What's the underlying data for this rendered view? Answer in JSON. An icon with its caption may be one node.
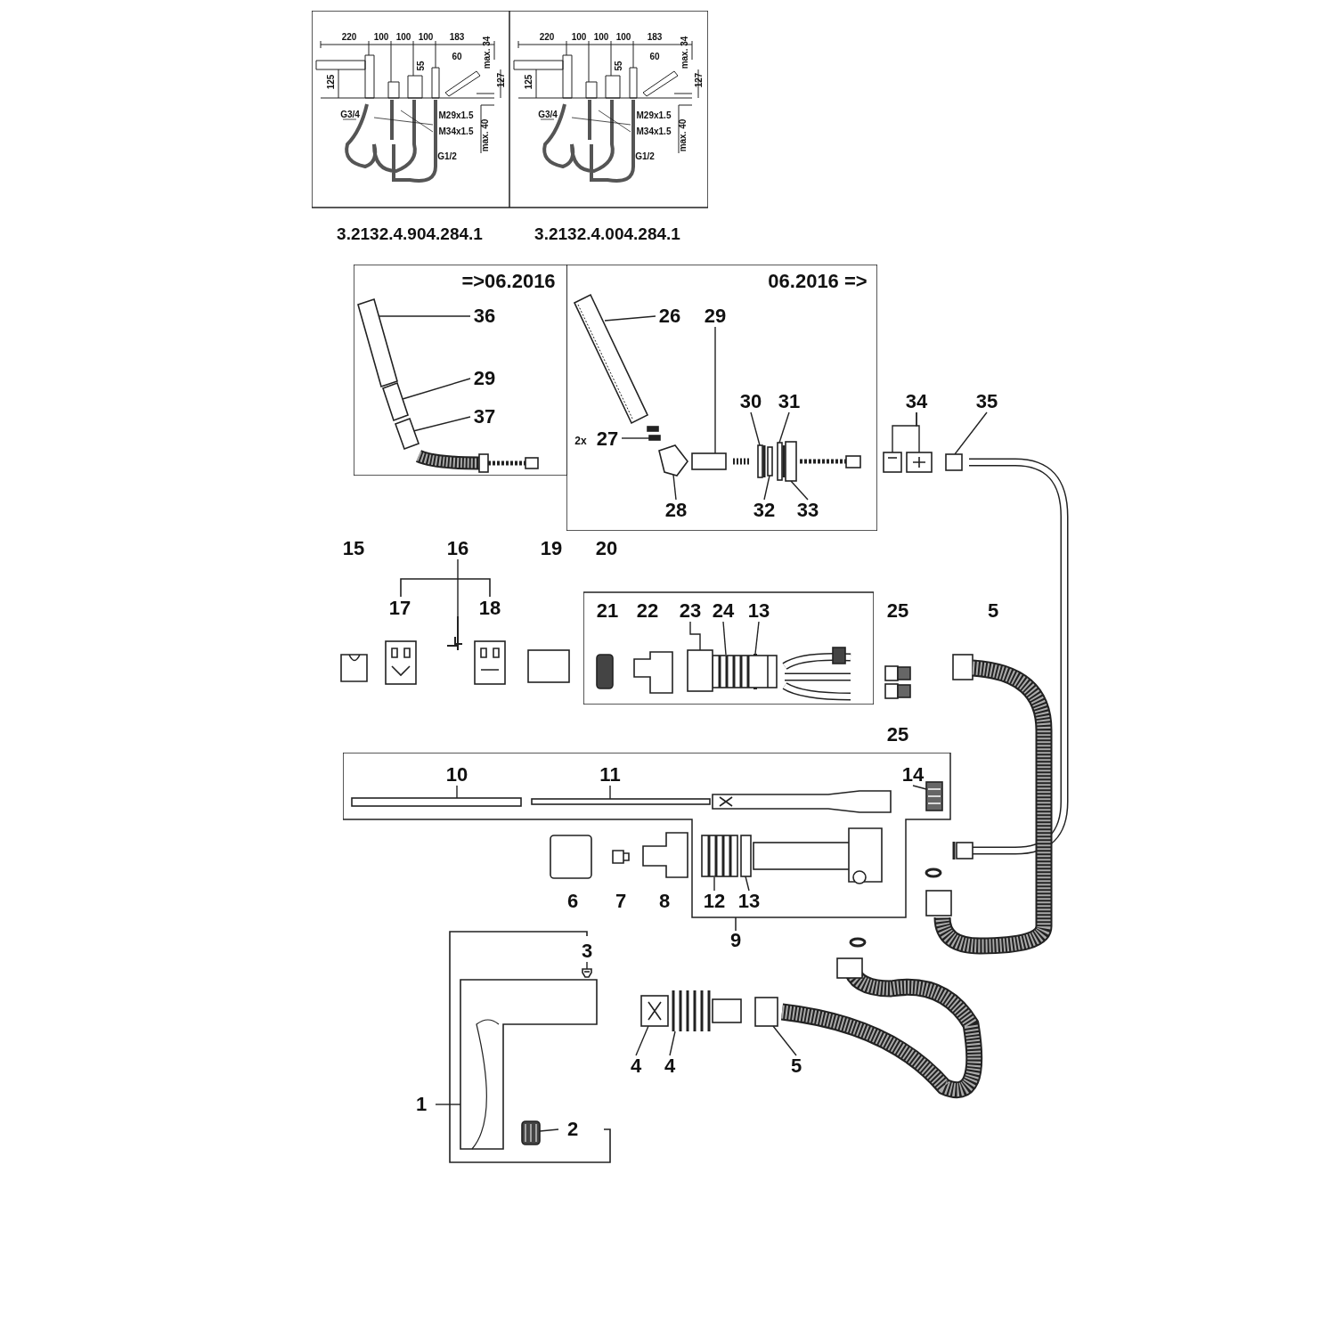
{
  "diagram": {
    "nodes": [
      {
        "text": [
          "220",
          "100",
          "100",
          "100",
          "183",
          "55",
          "60",
          "max. 34",
          "127",
          "125",
          "G3/4",
          "M29x1.5",
          "M34x1.5",
          "G1/2",
          "max. 40",
          "3.2132.4.904.284.1"
        ]
      },
      {
        "text": [
          "220",
          "100",
          "100",
          "100",
          "183",
          "55",
          "60",
          "max. 34",
          "127",
          "125",
          "G3/4",
          "M29x1.5",
          "M34x1.5",
          "G1/2",
          "max. 40",
          "3.2132.4.004.284.1"
        ]
      },
      {
        "text": [
          "=>06.2016"
        ]
      },
      {
        "text": [
          "36"
        ],
        "in": 2
      },
      {
        "text": [
          "29"
        ],
        "in": 2
      },
      {
        "text": [
          "37"
        ],
        "in": 2
      },
      {
        "text": [
          "06.2016 =>"
        ]
      },
      {
        "text": [
          "26"
        ],
        "in": 6
      },
      {
        "text": [
          "29"
        ],
        "in": 6
      },
      {
        "text": [
          "27"
        ],
        "in": 6,
        "beside": [
          "2x"
        ]
      },
      {
        "text": [
          "30"
        ],
        "in": 6
      },
      {
        "text": [
          "31"
        ],
        "in": 6
      },
      {
        "text": [
          "28"
        ],
        "in": 6
      },
      {
        "text": [
          "32"
        ],
        "in": 6
      },
      {
        "text": [
          "33"
        ],
        "in": 6
      },
      {
        "text": [
          "34"
        ]
      },
      {
        "text": [
          "35"
        ]
      },
      {
        "text": [
          "16"
        ]
      },
      {
        "text": [
          "20"
        ]
      },
      {
        "text": [
          "23"
        ],
        "in": 18
      },
      {
        "text": [
          "24"
        ],
        "in": 18
      },
      {
        "text": [
          "13"
        ],
        "in": 18
      },
      {
        "text": [
          "9"
        ]
      },
      {
        "text": [
          "10"
        ],
        "in": 22
      },
      {
        "text": [
          "11"
        ],
        "in": 22
      },
      {
        "text": [
          "14"
        ],
        "in": 22
      },
      {
        "text": [
          "12"
        ],
        "in": 22
      },
      {
        "text": [
          "13"
        ],
        "in": 22
      },
      {
        "text": [
          "3"
        ]
      },
      {
        "text": [
          "1"
        ]
      },
      {
        "text": [
          "2"
        ]
      },
      {
        "text": [
          "4"
        ]
      },
      {
        "text": [
          "4"
        ]
      },
      {
        "text": [
          "5"
        ]
      },
      {
        "text": [],
        "shape": "picture",
        "in": 2
      },
      {
        "text": [],
        "shape": "picture",
        "in": 2
      },
      {
        "text": [],
        "shape": "picture",
        "in": 2
      },
      {
        "text": [],
        "shape": "picture",
        "in": 6
      },
      {
        "text": [],
        "shape": "box",
        "in": 6
      },
      {
        "text": [],
        "shape": "picture",
        "in": 6
      },
      {
        "text": [],
        "shape": "picture",
        "in": 6
      },
      {
        "text": [],
        "shape": "box",
        "in": 6
      },
      {
        "text": [],
        "shape": "box",
        "in": 6
      },
      {
        "text": [],
        "shape": "box",
        "in": 6
      },
      {
        "text": [],
        "shape": "box",
        "in": 6
      },
      {
        "text": [],
        "shape": "box"
      },
      {
        "text": [],
        "shape": "box"
      },
      {
        "text": [],
        "shape": "picture"
      },
      {
        "text": [],
        "shape": "box",
        "in": 18
      },
      {
        "text": [],
        "shape": "box",
        "in": 18
      },
      {
        "text": [],
        "shape": "picture",
        "in": 18
      },
      {
        "text": [],
        "shape": "box",
        "in": 22
      },
      {
        "text": [],
        "shape": "box",
        "in": 22
      },
      {
        "text": [],
        "shape": "picture",
        "in": 22
      },
      {
        "text": [],
        "shape": "box",
        "in": 22
      },
      {
        "text": [],
        "shape": "box",
        "in": 22
      },
      {
        "text": [],
        "shape": "picture"
      },
      {
        "text": [],
        "shape": "picture"
      },
      {
        "text": [],
        "shape": "picture"
      },
      {
        "text": [],
        "shape": "picture"
      },
      {
        "text": [],
        "shape": "picture"
      },
      {
        "text": [],
        "shape": "box"
      },
      {
        "text": [],
        "shape": "box"
      }
    ],
    "edges": [
      {
        "from": 3,
        "to": 34,
        "arrow": "none"
      },
      {
        "from": 4,
        "to": 35,
        "arrow": "none"
      },
      {
        "from": 5,
        "to": 36,
        "arrow": "none"
      },
      {
        "from": 7,
        "to": 37,
        "arrow": "none"
      },
      {
        "from": 8,
        "to": 38,
        "arrow": "none"
      },
      {
        "from": 9,
        "to": 39,
        "arrow": "none"
      },
      {
        "from": 10,
        "to": 41,
        "arrow": "none"
      },
      {
        "from": 11,
        "to": 43,
        "arrow": "none"
      },
      {
        "from": 12,
        "to": 40,
        "arrow": "none"
      },
      {
        "from": 13,
        "to": 42,
        "arrow": "none"
      },
      {
        "from": 14,
        "to": 44,
        "arrow": "none"
      },
      {
        "from": 15,
        "to": 45,
        "arrow": "none"
      },
      {
        "from": 16,
        "to": 46,
        "arrow": "none"
      },
      {
        "from": 17,
        "to": 47,
        "arrow": "none"
      },
      {
        "from": 19,
        "to": 48,
        "arrow": "none"
      },
      {
        "from": 20,
        "to": 49,
        "arrow": "none"
      },
      {
        "from": 21,
        "to": 50,
        "arrow": "none"
      },
      {
        "from": 23,
        "to": 51,
        "arrow": "none"
      },
      {
        "from": 24,
        "to": 52,
        "arrow": "none"
      },
      {
        "from": 25,
        "to": 53,
        "arrow": "none"
      },
      {
        "from": 26,
        "to": 54,
        "arrow": "none"
      },
      {
        "from": 27,
        "to": 55,
        "arrow": "none"
      },
      {
        "from": 28,
        "to": 56,
        "arrow": "none"
      },
      {
        "from": 29,
        "to": 57,
        "arrow": "none"
      },
      {
        "from": 30,
        "to": 58,
        "arrow": "none"
      },
      {
        "from": 31,
        "to": 59,
        "arrow": "none"
      },
      {
        "from": 32,
        "to": 60,
        "arrow": "none"
      },
      {
        "from": 33,
        "to": 61,
        "arrow": "none"
      },
      {
        "from": 15,
        "to": 62,
        "arrow": "none"
      }
    ],
    "labels": [
      "15",
      "19",
      "17",
      "18",
      "21",
      "22",
      "25",
      "5",
      "25",
      "6",
      "7",
      "8"
    ]
  }
}
